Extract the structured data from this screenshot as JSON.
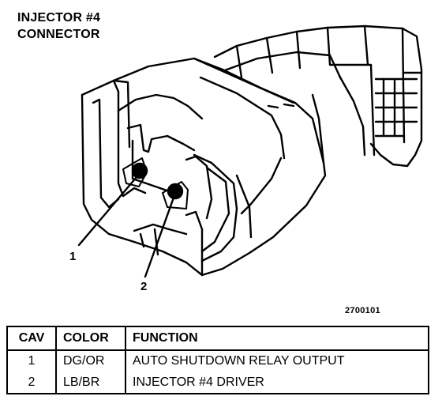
{
  "diagram": {
    "title_line1": "INJECTOR #4",
    "title_line2": "CONNECTOR",
    "callouts": [
      "1",
      "2"
    ],
    "figure_ref": "2700101"
  },
  "pin_table": {
    "headers": [
      "CAV",
      "COLOR",
      "FUNCTION"
    ],
    "rows": [
      {
        "cav": "1",
        "color": "DG/OR",
        "function": "AUTO SHUTDOWN RELAY OUTPUT"
      },
      {
        "cav": "2",
        "color": "LB/BR",
        "function": "INJECTOR #4 DRIVER"
      }
    ]
  }
}
